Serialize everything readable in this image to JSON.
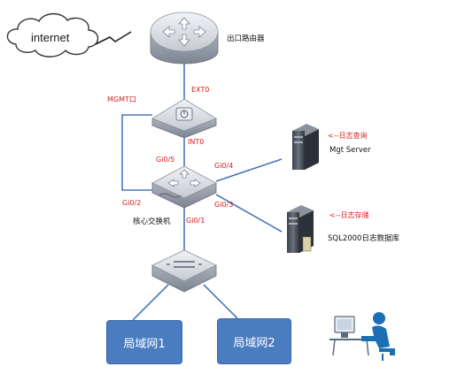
{
  "cloud": {
    "label": "internet"
  },
  "devices": {
    "router": {
      "label": "出口路由器"
    },
    "firewall": {
      "mgmt_label": "MGMT口",
      "ext_label": "EXT0",
      "int_label": "INT0"
    },
    "core_switch": {
      "label": "核心交换机",
      "ports": {
        "gi05": "Gi0/5",
        "gi04": "Gi0/4",
        "gi02": "Gi0/2",
        "gi03": "Gi0/3",
        "gi01": "Gi0/1"
      }
    },
    "server_query": {
      "note": "<--日志查询",
      "label": "Mgt Server"
    },
    "server_storage": {
      "note": "<--日志存储",
      "label": "SQL2000日志数据库"
    },
    "access_switch": {}
  },
  "lans": [
    {
      "label": "局域网1"
    },
    {
      "label": "局域网2"
    }
  ],
  "colors": {
    "link": "#4a78b8",
    "label_red": "#d42020",
    "lan_fill": "#4a7cc0",
    "device_body": "#c6cbd3"
  },
  "icons": {
    "router": "router-icon",
    "firewall": "firewall-icon",
    "switch": "switch-icon",
    "server": "server-icon",
    "user": "user-at-computer-icon",
    "cloud": "cloud-icon"
  }
}
